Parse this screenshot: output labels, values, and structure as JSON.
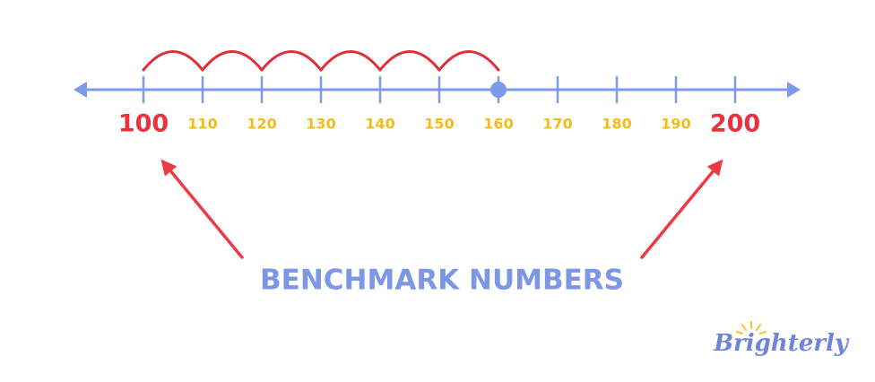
{
  "number_line": {
    "ticks": [
      {
        "value": "100",
        "major": true
      },
      {
        "value": "110",
        "major": false
      },
      {
        "value": "120",
        "major": false
      },
      {
        "value": "130",
        "major": false
      },
      {
        "value": "140",
        "major": false
      },
      {
        "value": "150",
        "major": false
      },
      {
        "value": "160",
        "major": false
      },
      {
        "value": "170",
        "major": false
      },
      {
        "value": "180",
        "major": false
      },
      {
        "value": "190",
        "major": false
      },
      {
        "value": "200",
        "major": true
      }
    ],
    "marked_point": "160",
    "jumps": [
      {
        "from": "100",
        "to": "110"
      },
      {
        "from": "110",
        "to": "120"
      },
      {
        "from": "120",
        "to": "130"
      },
      {
        "from": "130",
        "to": "140"
      },
      {
        "from": "140",
        "to": "150"
      },
      {
        "from": "150",
        "to": "160"
      }
    ]
  },
  "caption": "BENCHMARK NUMBERS",
  "logo_text": "Brighterly",
  "colors": {
    "line": "#7b9ae8",
    "minor_label": "#f2bc1c",
    "major_label": "#e8333e",
    "jump_arc": "#e02f38",
    "arrow": "#ee3a45",
    "caption": "#7d97e6",
    "logo_text": "#6e86d9",
    "logo_sun": "#f4c430"
  }
}
